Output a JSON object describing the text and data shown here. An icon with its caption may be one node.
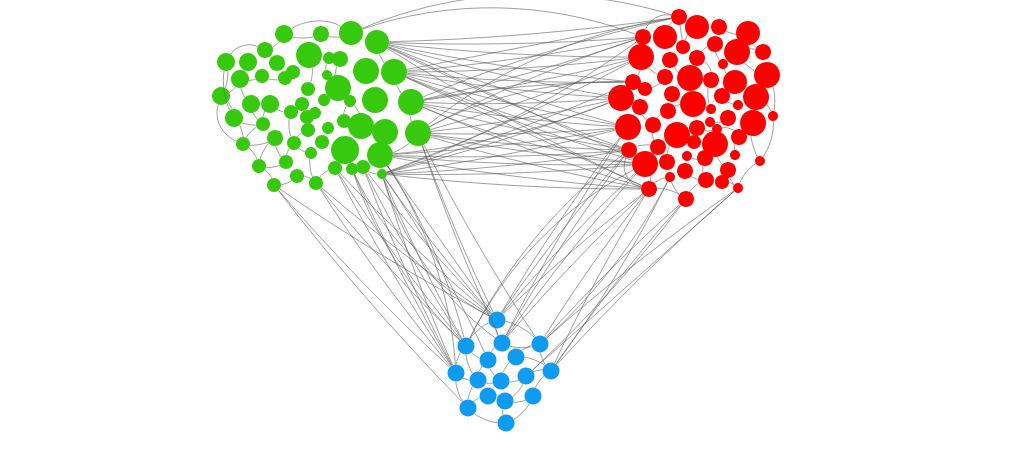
{
  "diagram": {
    "nodes": [
      {
        "text": [],
        "shape": "circle"
      },
      {
        "text": [],
        "shape": "circle"
      },
      {
        "text": [],
        "shape": "circle"
      },
      {
        "text": [],
        "shape": "circle"
      },
      {
        "text": [],
        "shape": "circle"
      },
      {
        "text": [],
        "shape": "circle"
      },
      {
        "text": [],
        "shape": "circle"
      },
      {
        "text": [],
        "shape": "circle"
      },
      {
        "text": [],
        "shape": "circle"
      },
      {
        "text": [],
        "shape": "circle"
      },
      {
        "text": [],
        "shape": "circle"
      },
      {
        "text": [],
        "shape": "circle"
      },
      {
        "text": [],
        "shape": "circle"
      },
      {
        "text": [],
        "shape": "circle"
      },
      {
        "text": [],
        "shape": "circle"
      },
      {
        "text": [],
        "shape": "circle"
      },
      {
        "text": [],
        "shape": "circle"
      },
      {
        "text": [],
        "shape": "circle"
      },
      {
        "text": [],
        "shape": "circle"
      },
      {
        "text": [],
        "shape": "circle"
      },
      {
        "text": [],
        "shape": "circle"
      },
      {
        "text": [],
        "shape": "circle"
      },
      {
        "text": [],
        "shape": "circle"
      },
      {
        "text": [],
        "shape": "circle"
      },
      {
        "text": [],
        "shape": "circle"
      },
      {
        "text": [],
        "shape": "circle"
      },
      {
        "text": [],
        "shape": "circle"
      },
      {
        "text": [],
        "shape": "circle"
      },
      {
        "text": [],
        "shape": "circle"
      },
      {
        "text": [],
        "shape": "circle"
      },
      {
        "text": [],
        "shape": "circle"
      },
      {
        "text": [],
        "shape": "circle"
      },
      {
        "text": [],
        "shape": "circle"
      },
      {
        "text": [],
        "shape": "circle"
      },
      {
        "text": [],
        "shape": "circle"
      },
      {
        "text": [],
        "shape": "circle"
      },
      {
        "text": [],
        "shape": "circle"
      },
      {
        "text": [],
        "shape": "circle"
      },
      {
        "text": [],
        "shape": "circle"
      },
      {
        "text": [],
        "shape": "circle"
      },
      {
        "text": [],
        "shape": "circle"
      },
      {
        "text": [],
        "shape": "circle"
      },
      {
        "text": [],
        "shape": "circle"
      },
      {
        "text": [],
        "shape": "circle"
      },
      {
        "text": [],
        "shape": "circle"
      },
      {
        "text": [],
        "shape": "circle"
      },
      {
        "text": [],
        "shape": "circle"
      },
      {
        "text": [],
        "shape": "circle"
      },
      {
        "text": [],
        "shape": "circle"
      },
      {
        "text": [],
        "shape": "circle"
      },
      {
        "text": [],
        "shape": "circle"
      },
      {
        "text": [],
        "shape": "circle"
      },
      {
        "text": [],
        "shape": "circle"
      },
      {
        "text": [],
        "shape": "circle"
      },
      {
        "text": [],
        "shape": "circle"
      },
      {
        "text": [],
        "shape": "circle"
      },
      {
        "text": [],
        "shape": "circle"
      },
      {
        "text": [],
        "shape": "circle"
      },
      {
        "text": [],
        "shape": "circle"
      },
      {
        "text": [],
        "shape": "circle"
      },
      {
        "text": [],
        "shape": "circle"
      },
      {
        "text": [],
        "shape": "circle"
      },
      {
        "text": [],
        "shape": "circle"
      },
      {
        "text": [],
        "shape": "circle"
      },
      {
        "text": [],
        "shape": "circle"
      },
      {
        "text": [],
        "shape": "circle"
      },
      {
        "text": [],
        "shape": "circle"
      },
      {
        "text": [],
        "shape": "circle"
      },
      {
        "text": [],
        "shape": "circle"
      },
      {
        "text": [],
        "shape": "circle"
      },
      {
        "text": [],
        "shape": "circle"
      },
      {
        "text": [],
        "shape": "circle"
      },
      {
        "text": [],
        "shape": "circle"
      },
      {
        "text": [],
        "shape": "circle"
      },
      {
        "text": [],
        "shape": "circle"
      },
      {
        "text": [],
        "shape": "circle"
      },
      {
        "text": [],
        "shape": "circle"
      },
      {
        "text": [],
        "shape": "circle"
      },
      {
        "text": [],
        "shape": "circle"
      },
      {
        "text": [],
        "shape": "circle"
      },
      {
        "text": [],
        "shape": "circle"
      },
      {
        "text": [],
        "shape": "circle"
      },
      {
        "text": [],
        "shape": "circle"
      },
      {
        "text": [],
        "shape": "circle"
      },
      {
        "text": [],
        "shape": "circle"
      },
      {
        "text": [],
        "shape": "circle"
      },
      {
        "text": [],
        "shape": "circle"
      },
      {
        "text": [],
        "shape": "circle"
      },
      {
        "text": [],
        "shape": "circle"
      },
      {
        "text": [],
        "shape": "circle"
      },
      {
        "text": [],
        "shape": "circle"
      },
      {
        "text": [],
        "shape": "circle"
      },
      {
        "text": [],
        "shape": "circle"
      },
      {
        "text": [],
        "shape": "circle"
      },
      {
        "text": [],
        "shape": "circle"
      },
      {
        "text": [],
        "shape": "circle"
      },
      {
        "text": [],
        "shape": "circle"
      },
      {
        "text": [],
        "shape": "circle"
      },
      {
        "text": [],
        "shape": "circle"
      },
      {
        "text": [],
        "shape": "circle"
      },
      {
        "text": [],
        "shape": "circle"
      },
      {
        "text": [],
        "shape": "circle"
      },
      {
        "text": [],
        "shape": "circle"
      },
      {
        "text": [],
        "shape": "circle"
      },
      {
        "text": [],
        "shape": "circle"
      },
      {
        "text": [],
        "shape": "circle"
      },
      {
        "text": [],
        "shape": "circle"
      },
      {
        "text": [],
        "shape": "circle"
      },
      {
        "text": [],
        "shape": "circle"
      },
      {
        "text": [],
        "shape": "circle"
      },
      {
        "text": [],
        "shape": "circle"
      },
      {
        "text": [],
        "shape": "circle"
      },
      {
        "text": [],
        "shape": "circle"
      },
      {
        "text": [],
        "shape": "circle"
      },
      {
        "text": [],
        "shape": "circle"
      },
      {
        "text": [],
        "shape": "circle"
      },
      {
        "text": [],
        "shape": "circle"
      },
      {
        "text": [],
        "shape": "circle"
      },
      {
        "text": [],
        "shape": "circle"
      },
      {
        "text": [],
        "shape": "circle"
      },
      {
        "text": [],
        "shape": "circle"
      },
      {
        "text": [],
        "shape": "circle"
      },
      {
        "text": [],
        "shape": "circle"
      },
      {
        "text": [],
        "shape": "circle"
      },
      {
        "text": [],
        "shape": "circle"
      },
      {
        "text": [],
        "shape": "circle"
      },
      {
        "text": [],
        "shape": "circle"
      },
      {
        "text": [],
        "shape": "circle"
      },
      {
        "text": [],
        "shape": "circle"
      }
    ],
    "edges": [
      {
        "from": 2,
        "to": 55,
        "arrow": "none"
      },
      {
        "from": 2,
        "to": 59,
        "arrow": "none"
      },
      {
        "from": 48,
        "to": 113,
        "arrow": "none"
      },
      {
        "from": 3,
        "to": 55,
        "arrow": "none"
      },
      {
        "from": 3,
        "to": 59,
        "arrow": "none"
      },
      {
        "from": 3,
        "to": 65,
        "arrow": "none"
      },
      {
        "from": 3,
        "to": 74,
        "arrow": "none"
      },
      {
        "from": 3,
        "to": 76,
        "arrow": "none"
      },
      {
        "from": 3,
        "to": 87,
        "arrow": "none"
      },
      {
        "from": 3,
        "to": 94,
        "arrow": "none"
      },
      {
        "from": 3,
        "to": 99,
        "arrow": "none"
      },
      {
        "from": 3,
        "to": 111,
        "arrow": "none"
      },
      {
        "from": 12,
        "to": 55,
        "arrow": "none"
      },
      {
        "from": 12,
        "to": 59,
        "arrow": "none"
      },
      {
        "from": 12,
        "to": 65,
        "arrow": "none"
      },
      {
        "from": 12,
        "to": 74,
        "arrow": "none"
      },
      {
        "from": 12,
        "to": 76,
        "arrow": "none"
      },
      {
        "from": 12,
        "to": 87,
        "arrow": "none"
      },
      {
        "from": 12,
        "to": 94,
        "arrow": "none"
      },
      {
        "from": 12,
        "to": 99,
        "arrow": "none"
      },
      {
        "from": 12,
        "to": 111,
        "arrow": "none"
      },
      {
        "from": 24,
        "to": 55,
        "arrow": "none"
      },
      {
        "from": 24,
        "to": 59,
        "arrow": "none"
      },
      {
        "from": 24,
        "to": 65,
        "arrow": "none"
      },
      {
        "from": 24,
        "to": 74,
        "arrow": "none"
      },
      {
        "from": 24,
        "to": 76,
        "arrow": "none"
      },
      {
        "from": 24,
        "to": 87,
        "arrow": "none"
      },
      {
        "from": 24,
        "to": 94,
        "arrow": "none"
      },
      {
        "from": 24,
        "to": 99,
        "arrow": "none"
      },
      {
        "from": 24,
        "to": 111,
        "arrow": "none"
      },
      {
        "from": 36,
        "to": 55,
        "arrow": "none"
      },
      {
        "from": 36,
        "to": 59,
        "arrow": "none"
      },
      {
        "from": 36,
        "to": 65,
        "arrow": "none"
      },
      {
        "from": 36,
        "to": 74,
        "arrow": "none"
      },
      {
        "from": 36,
        "to": 76,
        "arrow": "none"
      },
      {
        "from": 36,
        "to": 87,
        "arrow": "none"
      },
      {
        "from": 36,
        "to": 94,
        "arrow": "none"
      },
      {
        "from": 36,
        "to": 99,
        "arrow": "none"
      },
      {
        "from": 36,
        "to": 111,
        "arrow": "none"
      },
      {
        "from": 53,
        "to": 113,
        "arrow": "none"
      },
      {
        "from": 87,
        "to": 115,
        "arrow": "none"
      },
      {
        "from": 44,
        "to": 76,
        "arrow": "none"
      },
      {
        "from": 44,
        "to": 87,
        "arrow": "none"
      },
      {
        "from": 44,
        "to": 94,
        "arrow": "none"
      },
      {
        "from": 44,
        "to": 99,
        "arrow": "none"
      },
      {
        "from": 44,
        "to": 111,
        "arrow": "none"
      },
      {
        "from": 51,
        "to": 59,
        "arrow": "none"
      },
      {
        "from": 51,
        "to": 65,
        "arrow": "none"
      },
      {
        "from": 51,
        "to": 74,
        "arrow": "none"
      },
      {
        "from": 51,
        "to": 76,
        "arrow": "none"
      },
      {
        "from": 51,
        "to": 87,
        "arrow": "none"
      },
      {
        "from": 51,
        "to": 94,
        "arrow": "none"
      },
      {
        "from": 51,
        "to": 99,
        "arrow": "none"
      },
      {
        "from": 51,
        "to": 111,
        "arrow": "none"
      },
      {
        "from": 44,
        "to": 113,
        "arrow": "none"
      },
      {
        "from": 44,
        "to": 114,
        "arrow": "none"
      },
      {
        "from": 44,
        "to": 119,
        "arrow": "none"
      },
      {
        "from": 51,
        "to": 113,
        "arrow": "none"
      },
      {
        "from": 51,
        "to": 114,
        "arrow": "none"
      },
      {
        "from": 51,
        "to": 115,
        "arrow": "none"
      },
      {
        "from": 51,
        "to": 119,
        "arrow": "none"
      },
      {
        "from": 51,
        "to": 117,
        "arrow": "none"
      },
      {
        "from": 50,
        "to": 113,
        "arrow": "none"
      },
      {
        "from": 50,
        "to": 114,
        "arrow": "none"
      },
      {
        "from": 50,
        "to": 119,
        "arrow": "none"
      },
      {
        "from": 49,
        "to": 114,
        "arrow": "none"
      },
      {
        "from": 49,
        "to": 119,
        "arrow": "none"
      },
      {
        "from": 49,
        "to": 113,
        "arrow": "none"
      },
      {
        "from": 48,
        "to": 114,
        "arrow": "none"
      },
      {
        "from": 48,
        "to": 119,
        "arrow": "none"
      },
      {
        "from": 54,
        "to": 119,
        "arrow": "none"
      },
      {
        "from": 54,
        "to": 113,
        "arrow": "none"
      },
      {
        "from": 54,
        "to": 114,
        "arrow": "none"
      },
      {
        "from": 53,
        "to": 127,
        "arrow": "none"
      },
      {
        "from": 53,
        "to": 119,
        "arrow": "none"
      },
      {
        "from": 36,
        "to": 113,
        "arrow": "none"
      },
      {
        "from": 36,
        "to": 115,
        "arrow": "none"
      },
      {
        "from": 36,
        "to": 116,
        "arrow": "none"
      },
      {
        "from": 99,
        "to": 113,
        "arrow": "none"
      },
      {
        "from": 99,
        "to": 115,
        "arrow": "none"
      },
      {
        "from": 99,
        "to": 114,
        "arrow": "none"
      },
      {
        "from": 110,
        "to": 123,
        "arrow": "none"
      },
      {
        "from": 111,
        "to": 113,
        "arrow": "none"
      },
      {
        "from": 111,
        "to": 116,
        "arrow": "none"
      },
      {
        "from": 111,
        "to": 115,
        "arrow": "none"
      },
      {
        "from": 111,
        "to": 120,
        "arrow": "none"
      },
      {
        "from": 112,
        "to": 116,
        "arrow": "none"
      },
      {
        "from": 112,
        "to": 120,
        "arrow": "none"
      },
      {
        "from": 112,
        "to": 123,
        "arrow": "none"
      },
      {
        "from": 94,
        "to": 113,
        "arrow": "none"
      },
      {
        "from": 94,
        "to": 114,
        "arrow": "none"
      },
      {
        "from": 94,
        "to": 115,
        "arrow": "none"
      },
      {
        "from": 107,
        "to": 120,
        "arrow": "none"
      },
      {
        "from": 107,
        "to": 116,
        "arrow": "none"
      },
      {
        "from": 110,
        "to": 120,
        "arrow": "none"
      },
      {
        "from": 110,
        "to": 116,
        "arrow": "none"
      },
      {
        "from": 87,
        "to": 113,
        "arrow": "none"
      },
      {
        "from": 0,
        "to": 1,
        "arrow": "none"
      },
      {
        "from": 1,
        "to": 2,
        "arrow": "none"
      },
      {
        "from": 3,
        "to": 12,
        "arrow": "none"
      },
      {
        "from": 12,
        "to": 24,
        "arrow": "none"
      },
      {
        "from": 24,
        "to": 36,
        "arrow": "none"
      },
      {
        "from": 36,
        "to": 44,
        "arrow": "none"
      },
      {
        "from": 51,
        "to": 50,
        "arrow": "none"
      },
      {
        "from": 48,
        "to": 54,
        "arrow": "none"
      },
      {
        "from": 54,
        "to": 52,
        "arrow": "none"
      },
      {
        "from": 53,
        "to": 52,
        "arrow": "none"
      },
      {
        "from": 53,
        "to": 47,
        "arrow": "none"
      },
      {
        "from": 47,
        "to": 40,
        "arrow": "none"
      },
      {
        "from": 40,
        "to": 29,
        "arrow": "none"
      },
      {
        "from": 29,
        "to": 20,
        "arrow": "none"
      },
      {
        "from": 20,
        "to": 13,
        "arrow": "none"
      },
      {
        "from": 20,
        "to": 6,
        "arrow": "none"
      },
      {
        "from": 6,
        "to": 4,
        "arrow": "none"
      },
      {
        "from": 4,
        "to": 0,
        "arrow": "none"
      },
      {
        "from": 14,
        "to": 15,
        "arrow": "none"
      },
      {
        "from": 13,
        "to": 14,
        "arrow": "none"
      },
      {
        "from": 22,
        "to": 28,
        "arrow": "none"
      },
      {
        "from": 39,
        "to": 46,
        "arrow": "none"
      },
      {
        "from": 41,
        "to": 45,
        "arrow": "none"
      },
      {
        "from": 38,
        "to": 41,
        "arrow": "none"
      },
      {
        "from": 19,
        "to": 5,
        "arrow": "none"
      },
      {
        "from": 9,
        "to": 17,
        "arrow": "none"
      },
      {
        "from": 10,
        "to": 18,
        "arrow": "none"
      },
      {
        "from": 26,
        "to": 33,
        "arrow": "none"
      },
      {
        "from": 47,
        "to": 46,
        "arrow": "none"
      },
      {
        "from": 6,
        "to": 29,
        "arrow": "none"
      },
      {
        "from": 20,
        "to": 40,
        "arrow": "none"
      },
      {
        "from": 0,
        "to": 2,
        "arrow": "none"
      },
      {
        "from": 13,
        "to": 21,
        "arrow": "none"
      },
      {
        "from": 21,
        "to": 30,
        "arrow": "none"
      },
      {
        "from": 29,
        "to": 30,
        "arrow": "none"
      },
      {
        "from": 30,
        "to": 40,
        "arrow": "none"
      },
      {
        "from": 39,
        "to": 47,
        "arrow": "none"
      },
      {
        "from": 40,
        "to": 39,
        "arrow": "none"
      },
      {
        "from": 22,
        "to": 30,
        "arrow": "none"
      },
      {
        "from": 28,
        "to": 41,
        "arrow": "none"
      },
      {
        "from": 41,
        "to": 46,
        "arrow": "none"
      },
      {
        "from": 45,
        "to": 54,
        "arrow": "none"
      },
      {
        "from": 26,
        "to": 34,
        "arrow": "none"
      },
      {
        "from": 55,
        "to": 61,
        "arrow": "none"
      },
      {
        "from": 57,
        "to": 58,
        "arrow": "none"
      },
      {
        "from": 63,
        "to": 69,
        "arrow": "none"
      },
      {
        "from": 69,
        "to": 86,
        "arrow": "none"
      },
      {
        "from": 86,
        "to": 104,
        "arrow": "none"
      },
      {
        "from": 104,
        "to": 110,
        "arrow": "none"
      },
      {
        "from": 110,
        "to": 109,
        "arrow": "none"
      },
      {
        "from": 108,
        "to": 112,
        "arrow": "none"
      },
      {
        "from": 112,
        "to": 111,
        "arrow": "none"
      },
      {
        "from": 74,
        "to": 65,
        "arrow": "none"
      },
      {
        "from": 59,
        "to": 55,
        "arrow": "none"
      },
      {
        "from": 94,
        "to": 111,
        "arrow": "none"
      },
      {
        "from": 91,
        "to": 100,
        "arrow": "none"
      },
      {
        "from": 62,
        "to": 68,
        "arrow": "none"
      },
      {
        "from": 67,
        "to": 72,
        "arrow": "none"
      },
      {
        "from": 88,
        "to": 95,
        "arrow": "none"
      },
      {
        "from": 102,
        "to": 108,
        "arrow": "none"
      },
      {
        "from": 98,
        "to": 103,
        "arrow": "none"
      },
      {
        "from": 58,
        "to": 64,
        "arrow": "none"
      },
      {
        "from": 111,
        "to": 99,
        "arrow": "none"
      },
      {
        "from": 68,
        "to": 73,
        "arrow": "none"
      },
      {
        "from": 82,
        "to": 88,
        "arrow": "none"
      },
      {
        "from": 55,
        "to": 60,
        "arrow": "none"
      },
      {
        "from": 56,
        "to": 61,
        "arrow": "none"
      },
      {
        "from": 62,
        "to": 67,
        "arrow": "none"
      },
      {
        "from": 64,
        "to": 63,
        "arrow": "none"
      },
      {
        "from": 66,
        "to": 71,
        "arrow": "none"
      },
      {
        "from": 65,
        "to": 70,
        "arrow": "none"
      },
      {
        "from": 75,
        "to": 70,
        "arrow": "none"
      },
      {
        "from": 81,
        "to": 88,
        "arrow": "none"
      },
      {
        "from": 78,
        "to": 82,
        "arrow": "none"
      },
      {
        "from": 79,
        "to": 84,
        "arrow": "none"
      },
      {
        "from": 80,
        "to": 86,
        "arrow": "none"
      },
      {
        "from": 90,
        "to": 104,
        "arrow": "none"
      },
      {
        "from": 97,
        "to": 106,
        "arrow": "none"
      },
      {
        "from": 94,
        "to": 95,
        "arrow": "none"
      },
      {
        "from": 105,
        "to": 108,
        "arrow": "none"
      },
      {
        "from": 106,
        "to": 110,
        "arrow": "none"
      },
      {
        "from": 107,
        "to": 111,
        "arrow": "none"
      },
      {
        "from": 107,
        "to": 112,
        "arrow": "none"
      },
      {
        "from": 101,
        "to": 102,
        "arrow": "none"
      },
      {
        "from": 92,
        "to": 93,
        "arrow": "none"
      },
      {
        "from": 93,
        "to": 98,
        "arrow": "none"
      },
      {
        "from": 89,
        "to": 85,
        "arrow": "none"
      },
      {
        "from": 72,
        "to": 83,
        "arrow": "none"
      },
      {
        "from": 113,
        "to": 114,
        "arrow": "none"
      },
      {
        "from": 113,
        "to": 115,
        "arrow": "none"
      },
      {
        "from": 113,
        "to": 116,
        "arrow": "none"
      },
      {
        "from": 114,
        "to": 117,
        "arrow": "none"
      },
      {
        "from": 115,
        "to": 117,
        "arrow": "none"
      },
      {
        "from": 116,
        "to": 118,
        "arrow": "none"
      },
      {
        "from": 116,
        "to": 120,
        "arrow": "none"
      },
      {
        "from": 114,
        "to": 119,
        "arrow": "none"
      },
      {
        "from": 117,
        "to": 121,
        "arrow": "none"
      },
      {
        "from": 117,
        "to": 122,
        "arrow": "none"
      },
      {
        "from": 119,
        "to": 121,
        "arrow": "none"
      },
      {
        "from": 121,
        "to": 122,
        "arrow": "none"
      },
      {
        "from": 122,
        "to": 123,
        "arrow": "none"
      },
      {
        "from": 120,
        "to": 123,
        "arrow": "none"
      },
      {
        "from": 125,
        "to": 126,
        "arrow": "none"
      },
      {
        "from": 119,
        "to": 127,
        "arrow": "none"
      },
      {
        "from": 124,
        "to": 127,
        "arrow": "none"
      },
      {
        "from": 125,
        "to": 128,
        "arrow": "none"
      },
      {
        "from": 126,
        "to": 128,
        "arrow": "none"
      },
      {
        "from": 127,
        "to": 128,
        "arrow": "none"
      },
      {
        "from": 120,
        "to": 126,
        "arrow": "none"
      },
      {
        "from": 118,
        "to": 122,
        "arrow": "none"
      },
      {
        "from": 118,
        "to": 120,
        "arrow": "none"
      },
      {
        "from": 121,
        "to": 127,
        "arrow": "none"
      },
      {
        "from": 123,
        "to": 125,
        "arrow": "none"
      },
      {
        "from": 115,
        "to": 116,
        "arrow": "none"
      },
      {
        "from": 114,
        "to": 121,
        "arrow": "none"
      }
    ]
  }
}
